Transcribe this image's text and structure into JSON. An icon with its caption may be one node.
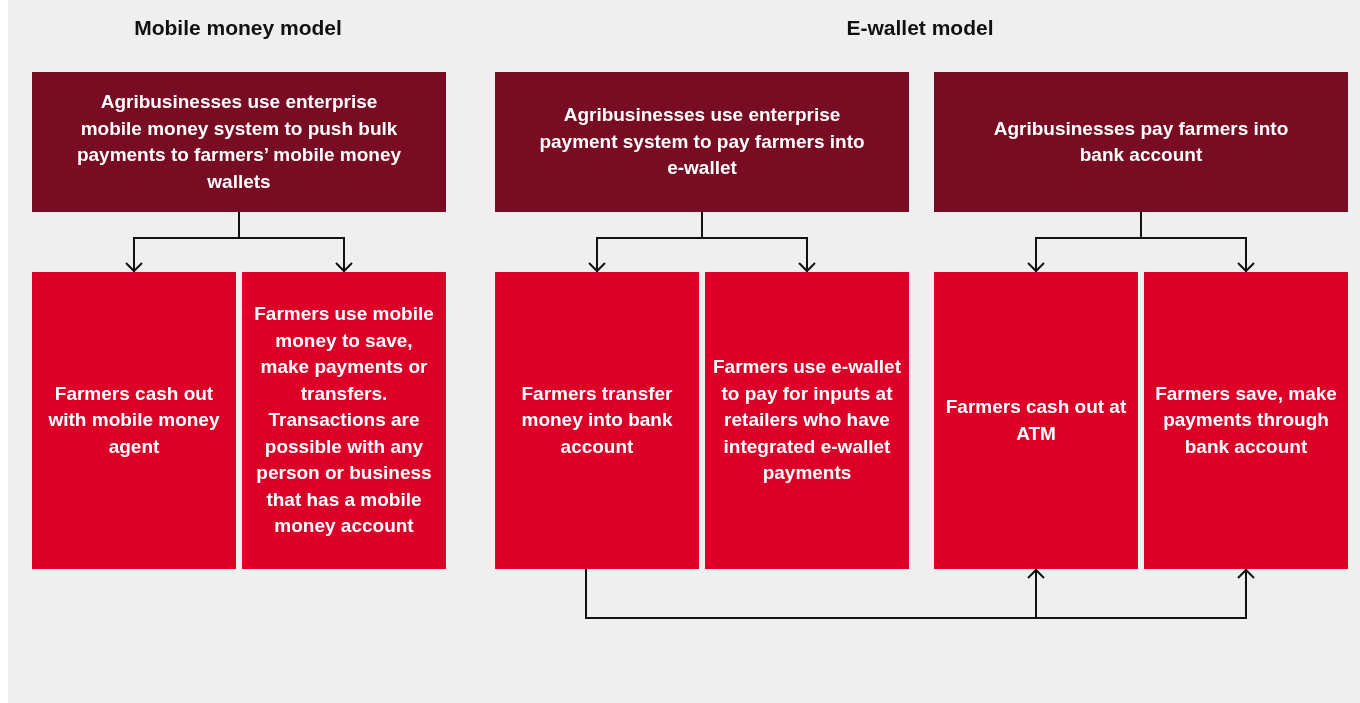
{
  "diagram": {
    "nodes": [
      {
        "text": [
          "Agribusinesses use enterprise mobile money system to push bulk payments to farmers’ mobile money wallets"
        ]
      },
      {
        "text": [
          "Farmers cash out with mobile money agent"
        ]
      },
      {
        "text": [
          "Farmers use mobile money to save, make payments or transfers. Transactions are possible with any person or business that has a mobile money account"
        ]
      },
      {
        "text": [
          "Agribusinesses use enterprise payment system to pay farmers into e-wallet"
        ]
      },
      {
        "text": [
          "Agribusinesses pay farmers into bank account"
        ]
      },
      {
        "text": [
          "Farmers transfer money into bank account"
        ]
      },
      {
        "text": [
          "Farmers use e-wallet to pay for inputs at retailers who have integrated e-wallet payments"
        ]
      },
      {
        "text": [
          "Farmers cash out at ATM"
        ]
      },
      {
        "text": [
          "Farmers save, make payments through bank account"
        ]
      }
    ],
    "edges": [
      {
        "from": 0,
        "to": 1,
        "arrow": "to"
      },
      {
        "from": 0,
        "to": 2,
        "arrow": "to"
      },
      {
        "from": 3,
        "to": 5,
        "arrow": "to"
      },
      {
        "from": 3,
        "to": 6,
        "arrow": "to"
      },
      {
        "from": 4,
        "to": 7,
        "arrow": "to"
      },
      {
        "from": 4,
        "to": 8,
        "arrow": "to"
      },
      {
        "from": 5,
        "to": 7,
        "arrow": "to"
      },
      {
        "from": 5,
        "to": 8,
        "arrow": "to"
      }
    ],
    "labels": [
      "Mobile money model",
      "E-wallet model"
    ]
  }
}
